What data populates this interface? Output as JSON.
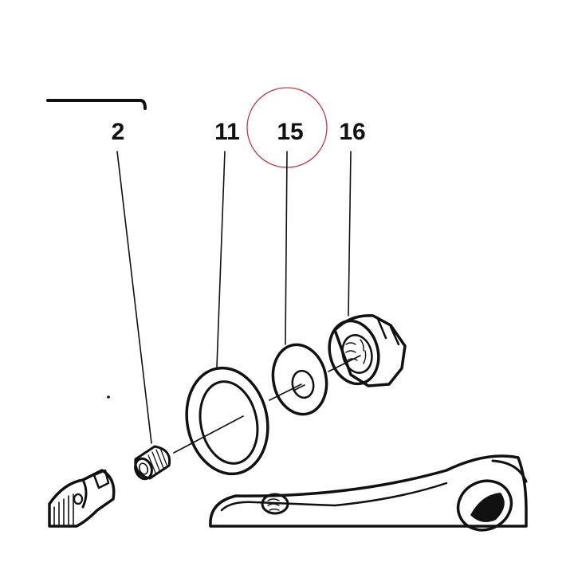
{
  "labels": {
    "part_2": "2",
    "part_11": "11",
    "part_15": "15",
    "part_16": "16"
  },
  "colors": {
    "ink": "#111111",
    "highlight_circle": "#c0394a",
    "background": "#ffffff"
  },
  "highlighted_part": "15"
}
